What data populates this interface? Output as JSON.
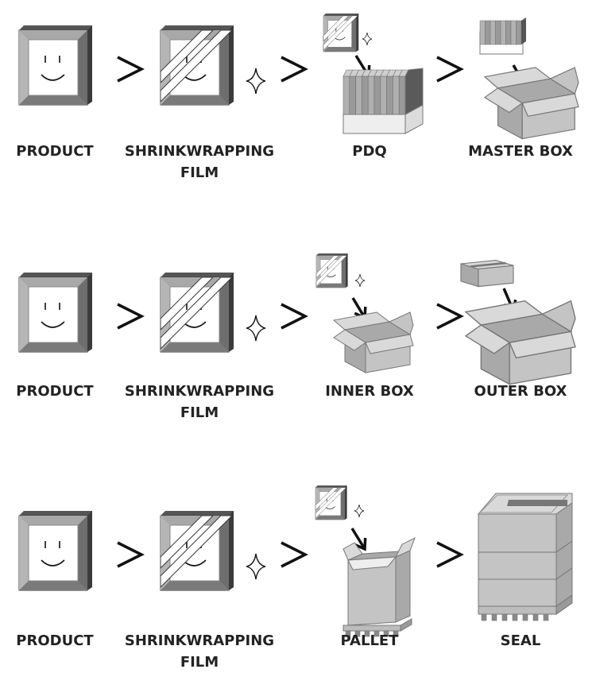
{
  "colors": {
    "frame_light": "#a8a8a8",
    "frame_mid": "#8c8c8c",
    "frame_dark": "#555555",
    "frame_edge": "#3a3a3a",
    "box_light": "#d9d9d9",
    "box_mid": "#c4c4c4",
    "box_dark": "#a9a9a9",
    "stroke": "#777777",
    "ink": "#111111",
    "text": "#222222"
  },
  "rows": [
    {
      "stages": [
        {
          "label": "PRODUCT",
          "graphic": "framed-product"
        },
        {
          "label": "SHRINKWRAPPING\nFILM",
          "graphic": "wrapped-product"
        },
        {
          "label": "PDQ",
          "graphic": "pdq-display"
        },
        {
          "label": "MASTER BOX",
          "graphic": "master-box"
        }
      ]
    },
    {
      "stages": [
        {
          "label": "PRODUCT",
          "graphic": "framed-product"
        },
        {
          "label": "SHRINKWRAPPING\nFILM",
          "graphic": "wrapped-product"
        },
        {
          "label": "INNER BOX",
          "graphic": "inner-box"
        },
        {
          "label": "OUTER BOX",
          "graphic": "outer-box"
        }
      ]
    },
    {
      "stages": [
        {
          "label": "PRODUCT",
          "graphic": "framed-product"
        },
        {
          "label": "SHRINKWRAPPING\nFILM",
          "graphic": "wrapped-product"
        },
        {
          "label": "PALLET",
          "graphic": "pallet-box"
        },
        {
          "label": "SEAL",
          "graphic": "sealed-pallet"
        }
      ]
    }
  ]
}
